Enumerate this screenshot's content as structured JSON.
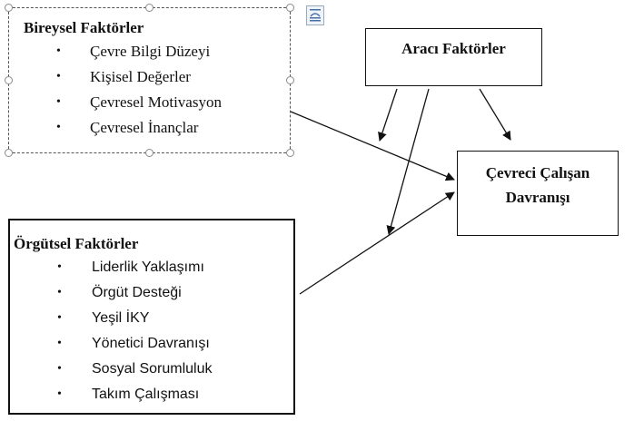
{
  "individual_box": {
    "title": "Bireysel Faktörler",
    "items": [
      "Çevre Bilgi Düzeyi",
      "Kişisel Değerler",
      "Çevresel Motivasyon",
      "Çevresel İnançlar"
    ]
  },
  "mediator_box": {
    "title": "Aracı Faktörler"
  },
  "outcome_box": {
    "title_line1": "Çevreci Çalışan",
    "title_line2": "Davranışı"
  },
  "organizational_box": {
    "title": "Örgütsel Faktörler",
    "items": [
      "Liderlik Yaklaşımı",
      "Örgüt Desteği",
      "Yeşil İKY",
      "Yönetici Davranışı",
      "Sosyal Sorumluluk",
      "Takım Çalışması"
    ]
  },
  "bullet": "•",
  "icons": {
    "layout_options": "layout-options-icon"
  }
}
